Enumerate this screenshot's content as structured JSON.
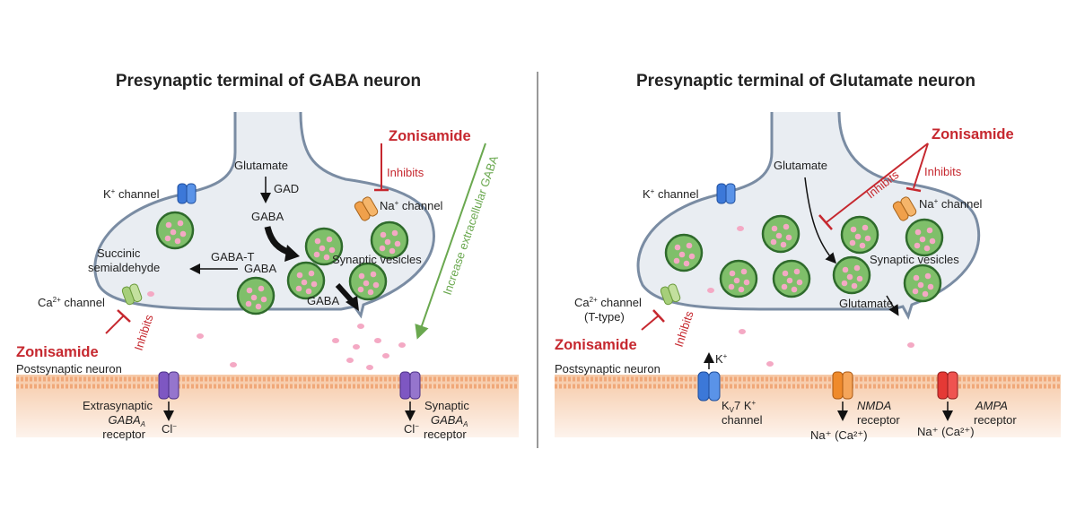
{
  "left": {
    "title": "Presynaptic terminal of GABA neuron",
    "glutamate": "Glutamate",
    "gad": "GAD",
    "gaba_top": "GABA",
    "k_channel_base": "K",
    "k_channel_sup": "+",
    "k_channel_rest": " channel",
    "na_channel_base": "Na",
    "na_channel_sup": "+",
    "na_channel_rest": " channel",
    "zonisamide_top": "Zonisamide",
    "inhibits_top": "Inhibits",
    "increase_gaba": "Increase extracellular GABA",
    "succinic_line1": "Succinic",
    "succinic_line2": "semialdehyde",
    "gaba_t": "GABA-T",
    "gaba_mid": "GABA",
    "synaptic_vesicles": "Synaptic vesicles",
    "gaba_release": "GABA",
    "ca_channel_base": "Ca",
    "ca_channel_sup": "2+",
    "ca_channel_rest": " channel",
    "zonisamide_bottom": "Zonisamide",
    "inhibits_bottom": "Inhibits",
    "postsynaptic_neuron": "Postsynaptic neuron",
    "extrasynaptic_l1": "Extrasynaptic",
    "extrasynaptic_l2_base": "GABA",
    "extrasynaptic_l2_sub": "A",
    "extrasynaptic_l3": "receptor",
    "cl_base": "Cl",
    "cl_sup": "−",
    "synaptic_l1": "Synaptic",
    "synaptic_l2_base": "GABA",
    "synaptic_l2_sub": "A",
    "synaptic_l3": "receptor",
    "cl2_base": "Cl",
    "cl2_sup": "−"
  },
  "right": {
    "title": "Presynaptic terminal of Glutamate neuron",
    "glutamate_top": "Glutamate",
    "zonisamide_top": "Zonisamide",
    "inhibits_a": "Inhibits",
    "inhibits_b": "Inhibits",
    "k_channel_base": "K",
    "k_channel_sup": "+",
    "k_channel_rest": " channel",
    "na_channel_base": "Na",
    "na_channel_sup": "+",
    "na_channel_rest": " channel",
    "synaptic_vesicles": "Synaptic vesicles",
    "glutamate_release": "Glutamate",
    "ca_channel_base": "Ca",
    "ca_channel_sup": "2+",
    "ca_channel_rest": " channel",
    "ttype": "(T-type)",
    "zonisamide_bottom": "Zonisamide",
    "inhibits_bottom": "Inhibits",
    "postsynaptic_neuron": "Postsynaptic neuron",
    "kplus_base": "K",
    "kplus_sup": "+",
    "kv7_base": "K",
    "kv7_sub": "V",
    "kv7_rest": "7 K",
    "kv7_sup": "+",
    "kv7_l2": "channel",
    "nmda_l1": "NMDA",
    "nmda_l2": "receptor",
    "na_ca_1": "Na⁺ (Ca²⁺)",
    "ampa_l1": "AMPA",
    "ampa_l2": "receptor",
    "na_ca_2": "Na⁺ (Ca²⁺)"
  },
  "colors": {
    "membrane": "#7a8ca3",
    "cytoplasm": "#e9edf2",
    "vesicle": "#7fbf6a",
    "vesicle_edge": "#2f6b2c",
    "dot": "#f4a9c4",
    "post_band": "#f5c9a4",
    "zonisamide": "#c6282f",
    "arrow_green": "#6aa84f",
    "k_channel": "#3c78d8",
    "na_channel": "#f0a04b",
    "ca_channel": "#a6cf7a",
    "gaba_receptor": "#7e57c2",
    "nmda_receptor": "#ef8a2b",
    "ampa_receptor": "#e53935"
  },
  "icons": [
    "arrow-icon",
    "inhibit-bar-icon",
    "channel-icon",
    "receptor-icon",
    "vesicle-icon"
  ]
}
